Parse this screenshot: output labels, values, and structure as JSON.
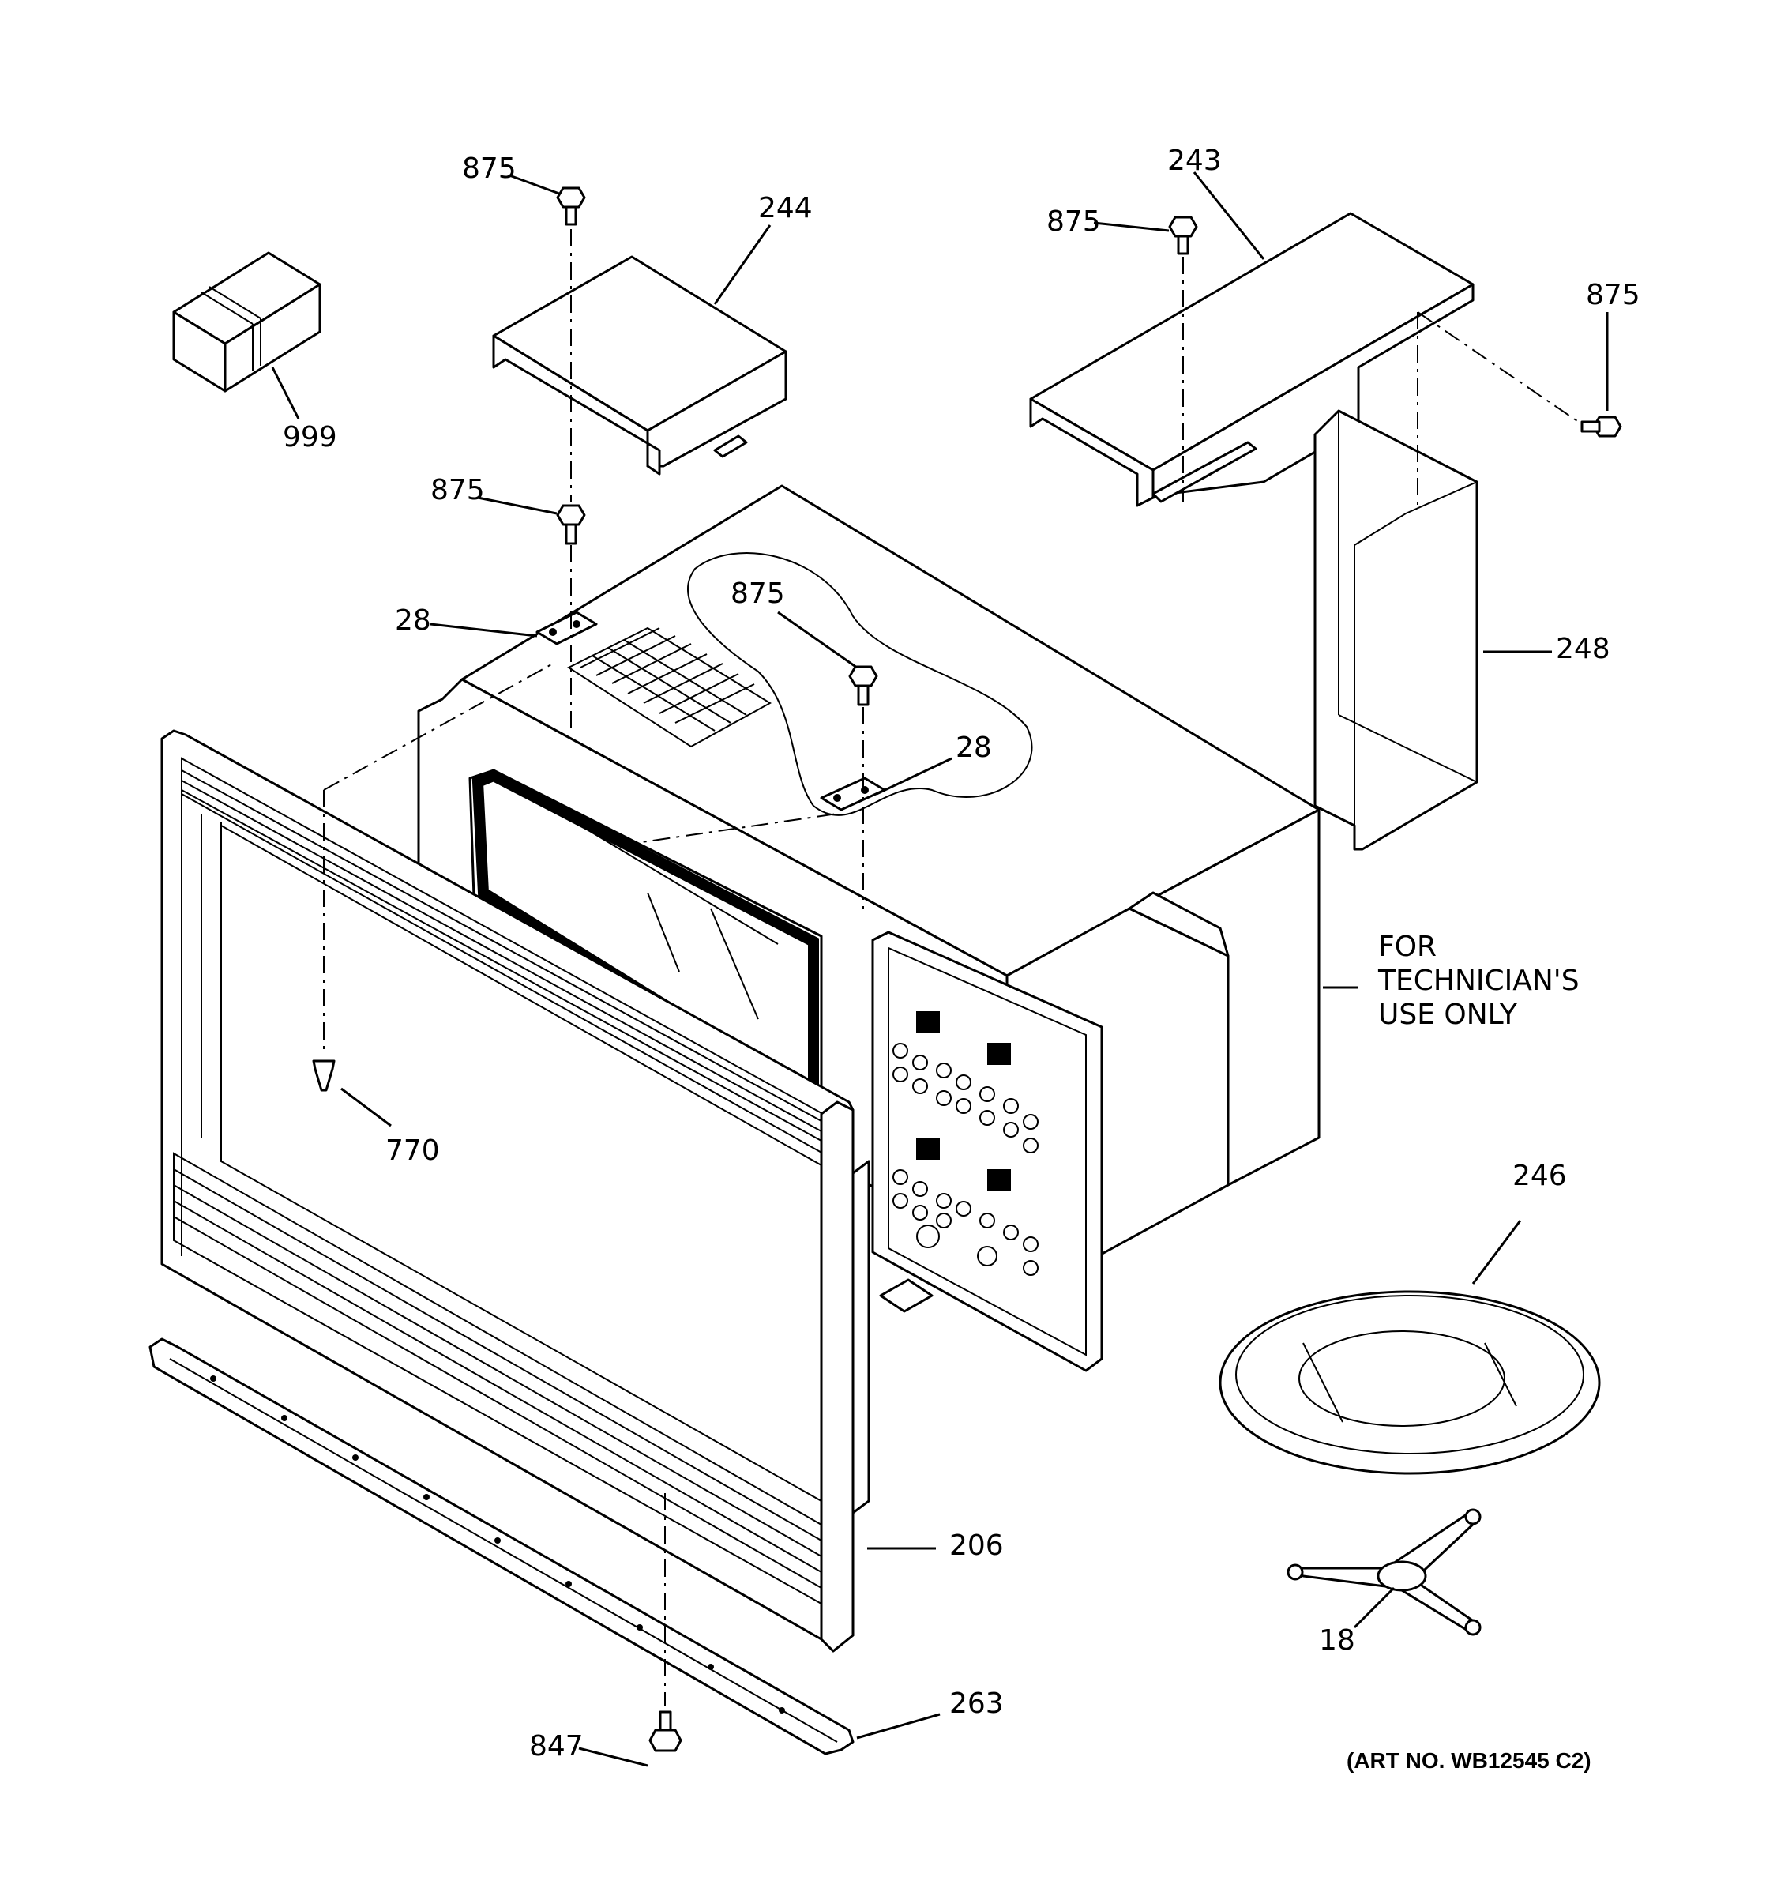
{
  "callouts": {
    "c875a": "875",
    "c244": "244",
    "c999": "999",
    "c875b": "875",
    "c28a": "28",
    "c243": "243",
    "c875c": "875",
    "c875d": "875",
    "c875e": "875",
    "c28b": "28",
    "c248": "248",
    "c770": "770",
    "c246": "246",
    "c206": "206",
    "c18": "18",
    "c263": "263",
    "c847": "847"
  },
  "technician_note": [
    "FOR",
    "TECHNICIAN'S",
    "USE ONLY"
  ],
  "art_number": "(ART NO. WB12545 C2)"
}
